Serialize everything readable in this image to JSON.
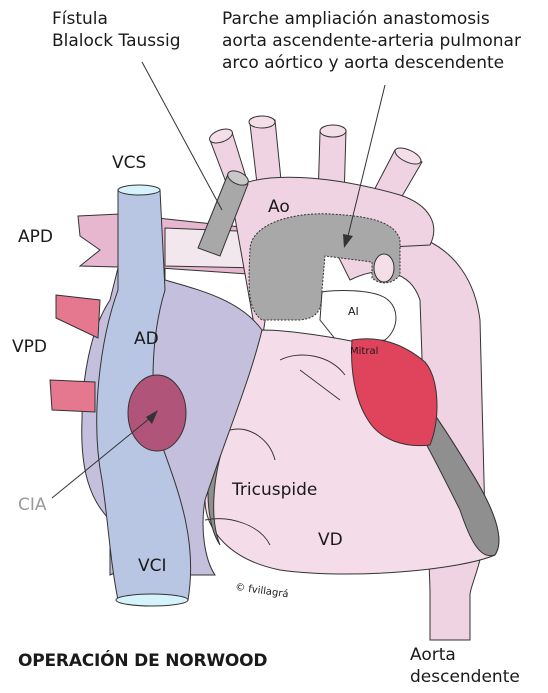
{
  "labels": {
    "fistula_line1": "Fístula",
    "fistula_line2": "Blalock Taussig",
    "patch_line1": "Parche ampliación anastomosis",
    "patch_line2": "aorta ascendente-arteria pulmonar",
    "patch_line3": "arco aórtico y aorta descendente",
    "vcs": "VCS",
    "ao": "Ao",
    "apd": "APD",
    "vpd": "VPD",
    "ad": "AD",
    "ai": "AI",
    "mitral": "Mitral",
    "cia": "CIA",
    "tricuspide": "Tricuspide",
    "vd": "VD",
    "vci": "VCI",
    "copyright": "© fvillagrá",
    "title": "OPERACIÓN DE NORWOOD",
    "aorta_line1": "Aorta",
    "aorta_line2": "descendente"
  },
  "colors": {
    "vena_cava": "#b9c6e3",
    "right_atrium": "#c3bfdc",
    "cia_defect": "#b0547a",
    "pulmonary_vein": "#e5788f",
    "pulmonary_artery": "#e7b7cf",
    "aorta": "#efd3e2",
    "patch": "#a8a8a8",
    "ventricle": "#f4dce8",
    "mitral": "#e0445d",
    "ventricle_wall": "#8f8f8f"
  }
}
